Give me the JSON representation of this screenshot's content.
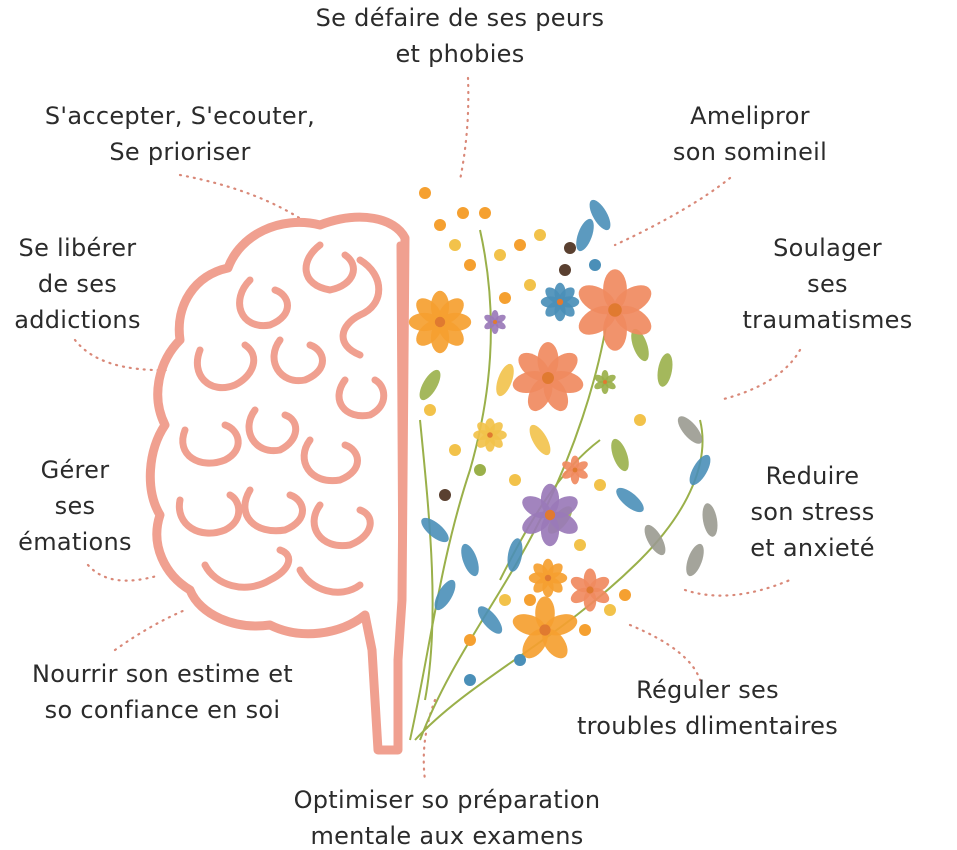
{
  "colors": {
    "brain": "#f0a090",
    "brain_fill": "#ffffff",
    "dots": "#d98878",
    "text": "#2b2b2b",
    "orange": "#f5a030",
    "coral": "#f08a60",
    "yellow": "#f2c24a",
    "blue": "#4a8fb8",
    "green": "#9ab04a",
    "purple": "#9a7ab8",
    "grey": "#9a9a90"
  },
  "labels": {
    "fears": [
      "Se défaire de ses peurs",
      "et phobies"
    ],
    "accept": [
      "S'accepter, S'ecouter,",
      "Se prioriser"
    ],
    "sleep": [
      "Amelipror",
      "son somineil"
    ],
    "addictions": [
      "Se libérer",
      "de ses",
      "addictions"
    ],
    "trauma": [
      "Soulager",
      "ses",
      "traumatismes"
    ],
    "emotions": [
      "Gérer",
      "ses",
      "émations"
    ],
    "stress": [
      "Reduire",
      "son stress",
      "et anxieté"
    ],
    "esteem": [
      "Nourrir son estime et",
      "so confiance en soi"
    ],
    "eating": [
      "Réguler ses",
      "troubles dlimentaires"
    ],
    "exams": [
      "Optimiser so préparation",
      "mentale aux examens"
    ]
  }
}
